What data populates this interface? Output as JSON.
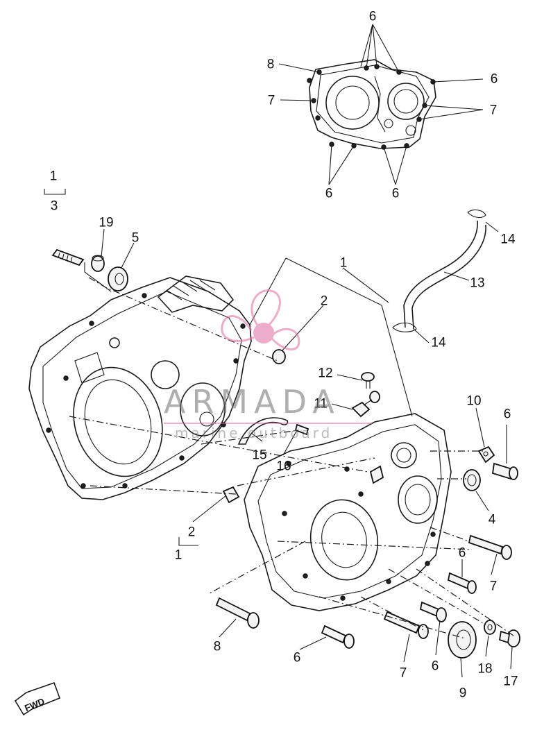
{
  "callouts": {
    "c6_top": "6",
    "c8_top": "8",
    "c6_tr": "6",
    "c7_left": "7",
    "c7_right": "7",
    "c6_bl": "6",
    "c6_br": "6",
    "c1_a": "1",
    "c3": "3",
    "c19": "19",
    "c5": "5",
    "c1_b": "1",
    "c2_b": "2",
    "c14_top": "14",
    "c13": "13",
    "c14_mid": "14",
    "c12": "12",
    "c11": "11",
    "c10": "10",
    "c6_r": "6",
    "c15": "15",
    "c16": "16",
    "c4": "4",
    "c2_c": "2",
    "c1_c": "1",
    "c6_m": "6",
    "c7_m": "7",
    "c8_b": "8",
    "c6_b": "6",
    "c7_b": "7",
    "c6_b2": "6",
    "c9": "9",
    "c18": "18",
    "c17": "17"
  },
  "watermark": {
    "brand": "ARMADA",
    "sub": "marine outboard"
  },
  "fwd_label": "FWD",
  "colors": {
    "ink": "#111111",
    "logo_pink": "#e06aa0"
  }
}
